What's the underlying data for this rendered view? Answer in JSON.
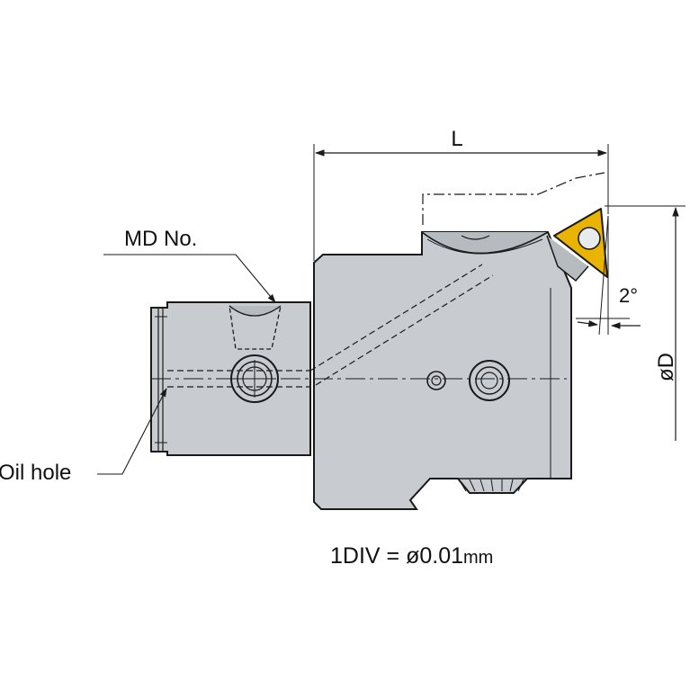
{
  "labels": {
    "length": "L",
    "diameter": "øD",
    "angle": "2°",
    "md_number": "MD No.",
    "oil_hole": "Oil hole",
    "division_prefix": "1DIV = ø0.01",
    "division_unit": "mm"
  },
  "colors": {
    "body_fill": "#c8ccd0",
    "outline": "#1a1a1a",
    "insert_fill": "#e8b400",
    "background": "#ffffff"
  }
}
